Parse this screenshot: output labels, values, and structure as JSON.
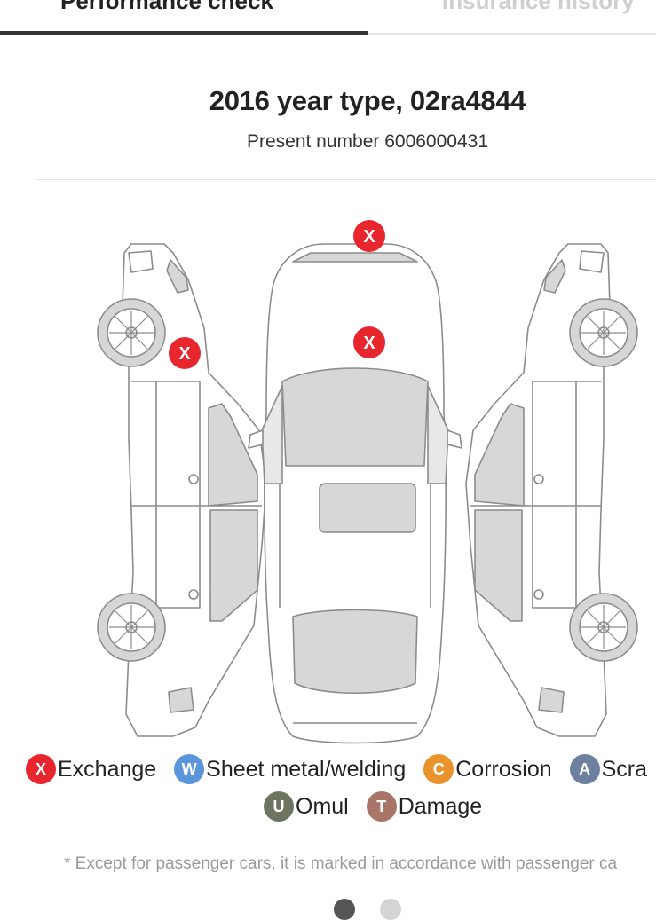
{
  "tabs": [
    {
      "label": "Performance check",
      "active": true
    },
    {
      "label": "Insurance history",
      "active": false
    }
  ],
  "car": {
    "title": "2016 year type, 02ra4844",
    "present_number": "Present number 6006000431"
  },
  "diagram_marks": [
    {
      "part": "front-upper",
      "code": "X"
    },
    {
      "part": "hood",
      "code": "X"
    },
    {
      "part": "left-front-fender",
      "code": "X"
    }
  ],
  "legend": [
    {
      "code": "X",
      "label": "Exchange",
      "color": "#e8262d"
    },
    {
      "code": "W",
      "label": "Sheet metal/welding",
      "color": "#5b95dc"
    },
    {
      "code": "C",
      "label": "Corrosion",
      "color": "#e8932b"
    },
    {
      "code": "A",
      "label": "Scra",
      "color": "#6d809f"
    },
    {
      "code": "U",
      "label": "Omul",
      "color": "#6d7560"
    },
    {
      "code": "T",
      "label": "Damage",
      "color": "#a87568"
    }
  ],
  "footnote": "* Except for passenger cars, it is marked in accordance with passenger ca",
  "pager": {
    "page": 1,
    "total": 2
  }
}
